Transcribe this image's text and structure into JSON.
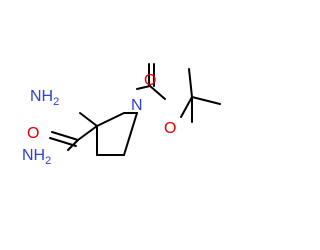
{
  "atoms": {
    "amino": {
      "text": "NH",
      "sub": "2"
    },
    "amide_n": {
      "text": "NH",
      "sub": "2"
    },
    "ring_n": {
      "text": "N"
    },
    "amide_o": {
      "text": "O"
    },
    "carbonyl_o": {
      "text": "O"
    },
    "ester_o": {
      "text": "O"
    }
  },
  "colors": {
    "nitrogen": "#3040d0",
    "oxygen": "#e00000",
    "bond": "#000000",
    "background": "#ffffff"
  }
}
